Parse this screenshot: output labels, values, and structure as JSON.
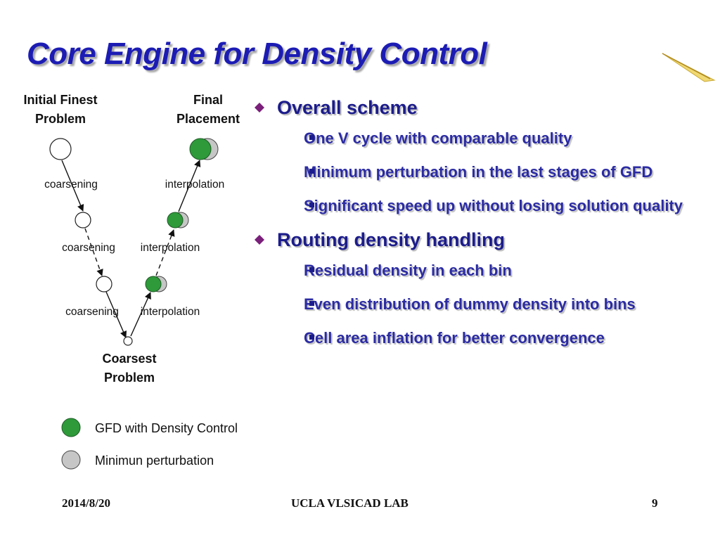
{
  "slide": {
    "title": "Core Engine for Density Control"
  },
  "diagram": {
    "top_left_label": [
      "Initial Finest",
      "Problem"
    ],
    "top_right_label": [
      "Final",
      "Placement"
    ],
    "bottom_label": [
      "Coarsest",
      "Problem"
    ],
    "left_edge_labels": [
      "coarsening",
      "coarsening",
      "coarsening"
    ],
    "right_edge_labels": [
      "interpolation",
      "interpolation",
      "interpolation"
    ]
  },
  "legend": [
    {
      "label": "GFD with Density Control",
      "color": "#2e9a3a"
    },
    {
      "label": "Minimun perturbation",
      "color": "#c6c6c6"
    }
  ],
  "bullets": [
    {
      "text": "Overall scheme",
      "subs": [
        "One V cycle with comparable quality",
        "Minimum perturbation in the last stages of GFD",
        "Significant speed up without losing solution quality"
      ]
    },
    {
      "text": "Routing density handling",
      "subs": [
        "Residual density in each bin",
        "Even distribution of dummy density into bins",
        "Cell area inflation for better convergence"
      ]
    }
  ],
  "footer": {
    "date": "2014/8/20",
    "center": "UCLA VLSICAD LAB",
    "page": "9"
  },
  "colors": {
    "title": "#1c1cb4",
    "bullet_text": "#1c1c8c",
    "diamond_marker": "#7a1f7a",
    "gfd_green": "#2e9a3a",
    "perturbation_gray": "#c6c6c6"
  }
}
